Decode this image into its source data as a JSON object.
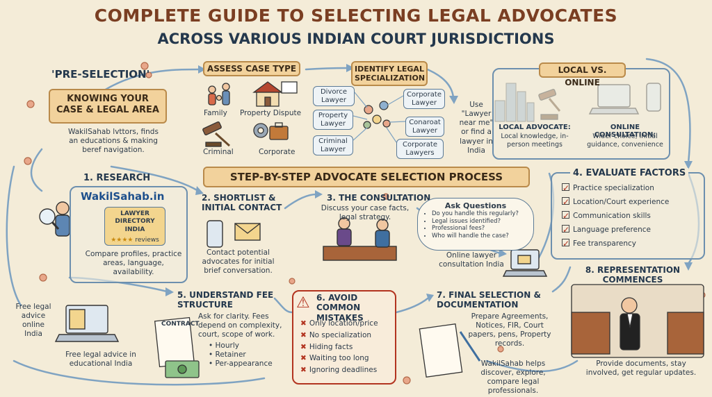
{
  "title_line1": "COMPLETE GUIDE TO SELECTING LEGAL ADVOCATES",
  "title_line2": "ACROSS VARIOUS INDIAN COURT JURISDICTIONS",
  "pre_selection": {
    "label": "'PRE-SELECTION'",
    "banner": "KNOWING YOUR CASE & LEGAL AREA",
    "text": "WakilSahab lvttors, finds an educations & making beref navigation."
  },
  "assess_case": {
    "banner": "ASSESS CASE TYPE",
    "items": [
      "Family",
      "Property Dispute",
      "Criminal",
      "Corporate"
    ]
  },
  "specialization": {
    "banner": "IDENTIFY LEGAL SPECIALIZATION",
    "left": [
      "Divorce Lawyer",
      "Property Lawyer",
      "Criminal Lawyer"
    ],
    "right": [
      "Corporate Lawyer",
      "Conaroat Lawyer",
      "Corporate Lawyers"
    ],
    "note": "Use \"Lawyer near me\" or find a lawyer in India"
  },
  "local_online": {
    "banner": "LOCAL VS. ONLINE",
    "local_title": "LOCAL ADVOCATE:",
    "local_text": "Local knowledge, in-person meetings",
    "online_title": "ONLINE CONSULTATION:",
    "online_text": "Wider choice, initial guidance, convenience"
  },
  "process_banner": "STEP-BY-STEP ADVOCATE SELECTION PROCESS",
  "research": {
    "title": "1. RESEARCH",
    "brand": "WakilSahab.in",
    "directory": "LAWYER DIRECTORY INDIA",
    "reviews": "reviews",
    "text": "Compare profiles, practice areas, language, availability."
  },
  "shortlist": {
    "title": "2. SHORTLIST & INITIAL CONTACT",
    "text": "Contact potential advocates for initial brief conversation."
  },
  "consultation": {
    "title": "3. THE CONSULTATION",
    "text": "Discuss your case facts, legal strategy.",
    "ask_title": "Ask Questions",
    "questions": [
      "Do you handle this regularly?",
      "Legal issues identified?",
      "Professional fees?",
      "Who will handle the case?"
    ],
    "online_note": "Online lawyer consultation India"
  },
  "evaluate": {
    "title": "4. EVALUATE FACTORS",
    "items": [
      "Practice specialization",
      "Location/Court experience",
      "Communication skills",
      "Language preference",
      "Fee transparency"
    ]
  },
  "fee": {
    "title": "5. UNDERSTAND FEE STRUCTURE",
    "contract": "CONTRACT",
    "text": "Ask for clarity. Fees depend on complexity, court, scope of work.",
    "types": [
      "Hourly",
      "Retainer",
      "Per-appearance"
    ]
  },
  "mistakes": {
    "title": "6. AVOID COMMON MISTAKES",
    "items": [
      "Only location/price",
      "No specialization",
      "Hiding facts",
      "Waiting too long",
      "Ignoring deadlines"
    ]
  },
  "final": {
    "title": "7. FINAL SELECTION & DOCUMENTATION",
    "text": "Prepare Agreements, Notices, FIR, Court papers, pens, Property records.",
    "note": "WakilSahab helps discover, explore, compare legal professionals."
  },
  "representation": {
    "title": "8. REPRESENTATION COMMENCES",
    "text": "Provide documents, stay involved, get regular updates."
  },
  "free_advice_online": "Free legal advice online India",
  "free_advice_edu": "Free legal advice in educational India",
  "colors": {
    "title_brown": "#7a3e22",
    "navy": "#24384d",
    "banner_bg": "#f2d29c",
    "accent_red": "#b2331f",
    "line_blue": "#6c8fae"
  }
}
